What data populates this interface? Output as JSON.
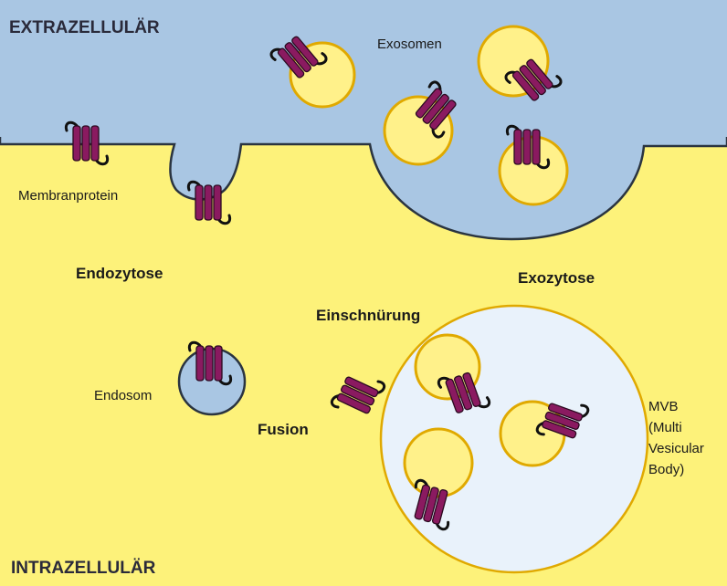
{
  "labels": {
    "extrazellular": "EXTRAZELLULÄR",
    "intrazellular": "INTRAZELLULÄR",
    "exosomen": "Exosomen",
    "membranprotein": "Membranprotein",
    "endozytose": "Endozytose",
    "exozytose": "Exozytose",
    "einschnurung": "Einschnürung",
    "endosom": "Endosom",
    "fusion": "Fusion",
    "mvb_line1": "MVB",
    "mvb_line2": "(Multi",
    "mvb_line3": "Vesicular",
    "mvb_line4": "Body)"
  },
  "colors": {
    "extracellular": "#a9c6e3",
    "intracellular": "#fdf27a",
    "vesicle_fill": "#fff18a",
    "vesicle_stroke": "#e0a900",
    "mvb_fill": "#e9f2fb",
    "membrane_line": "#2a3440",
    "protein": "#8a1a60"
  }
}
